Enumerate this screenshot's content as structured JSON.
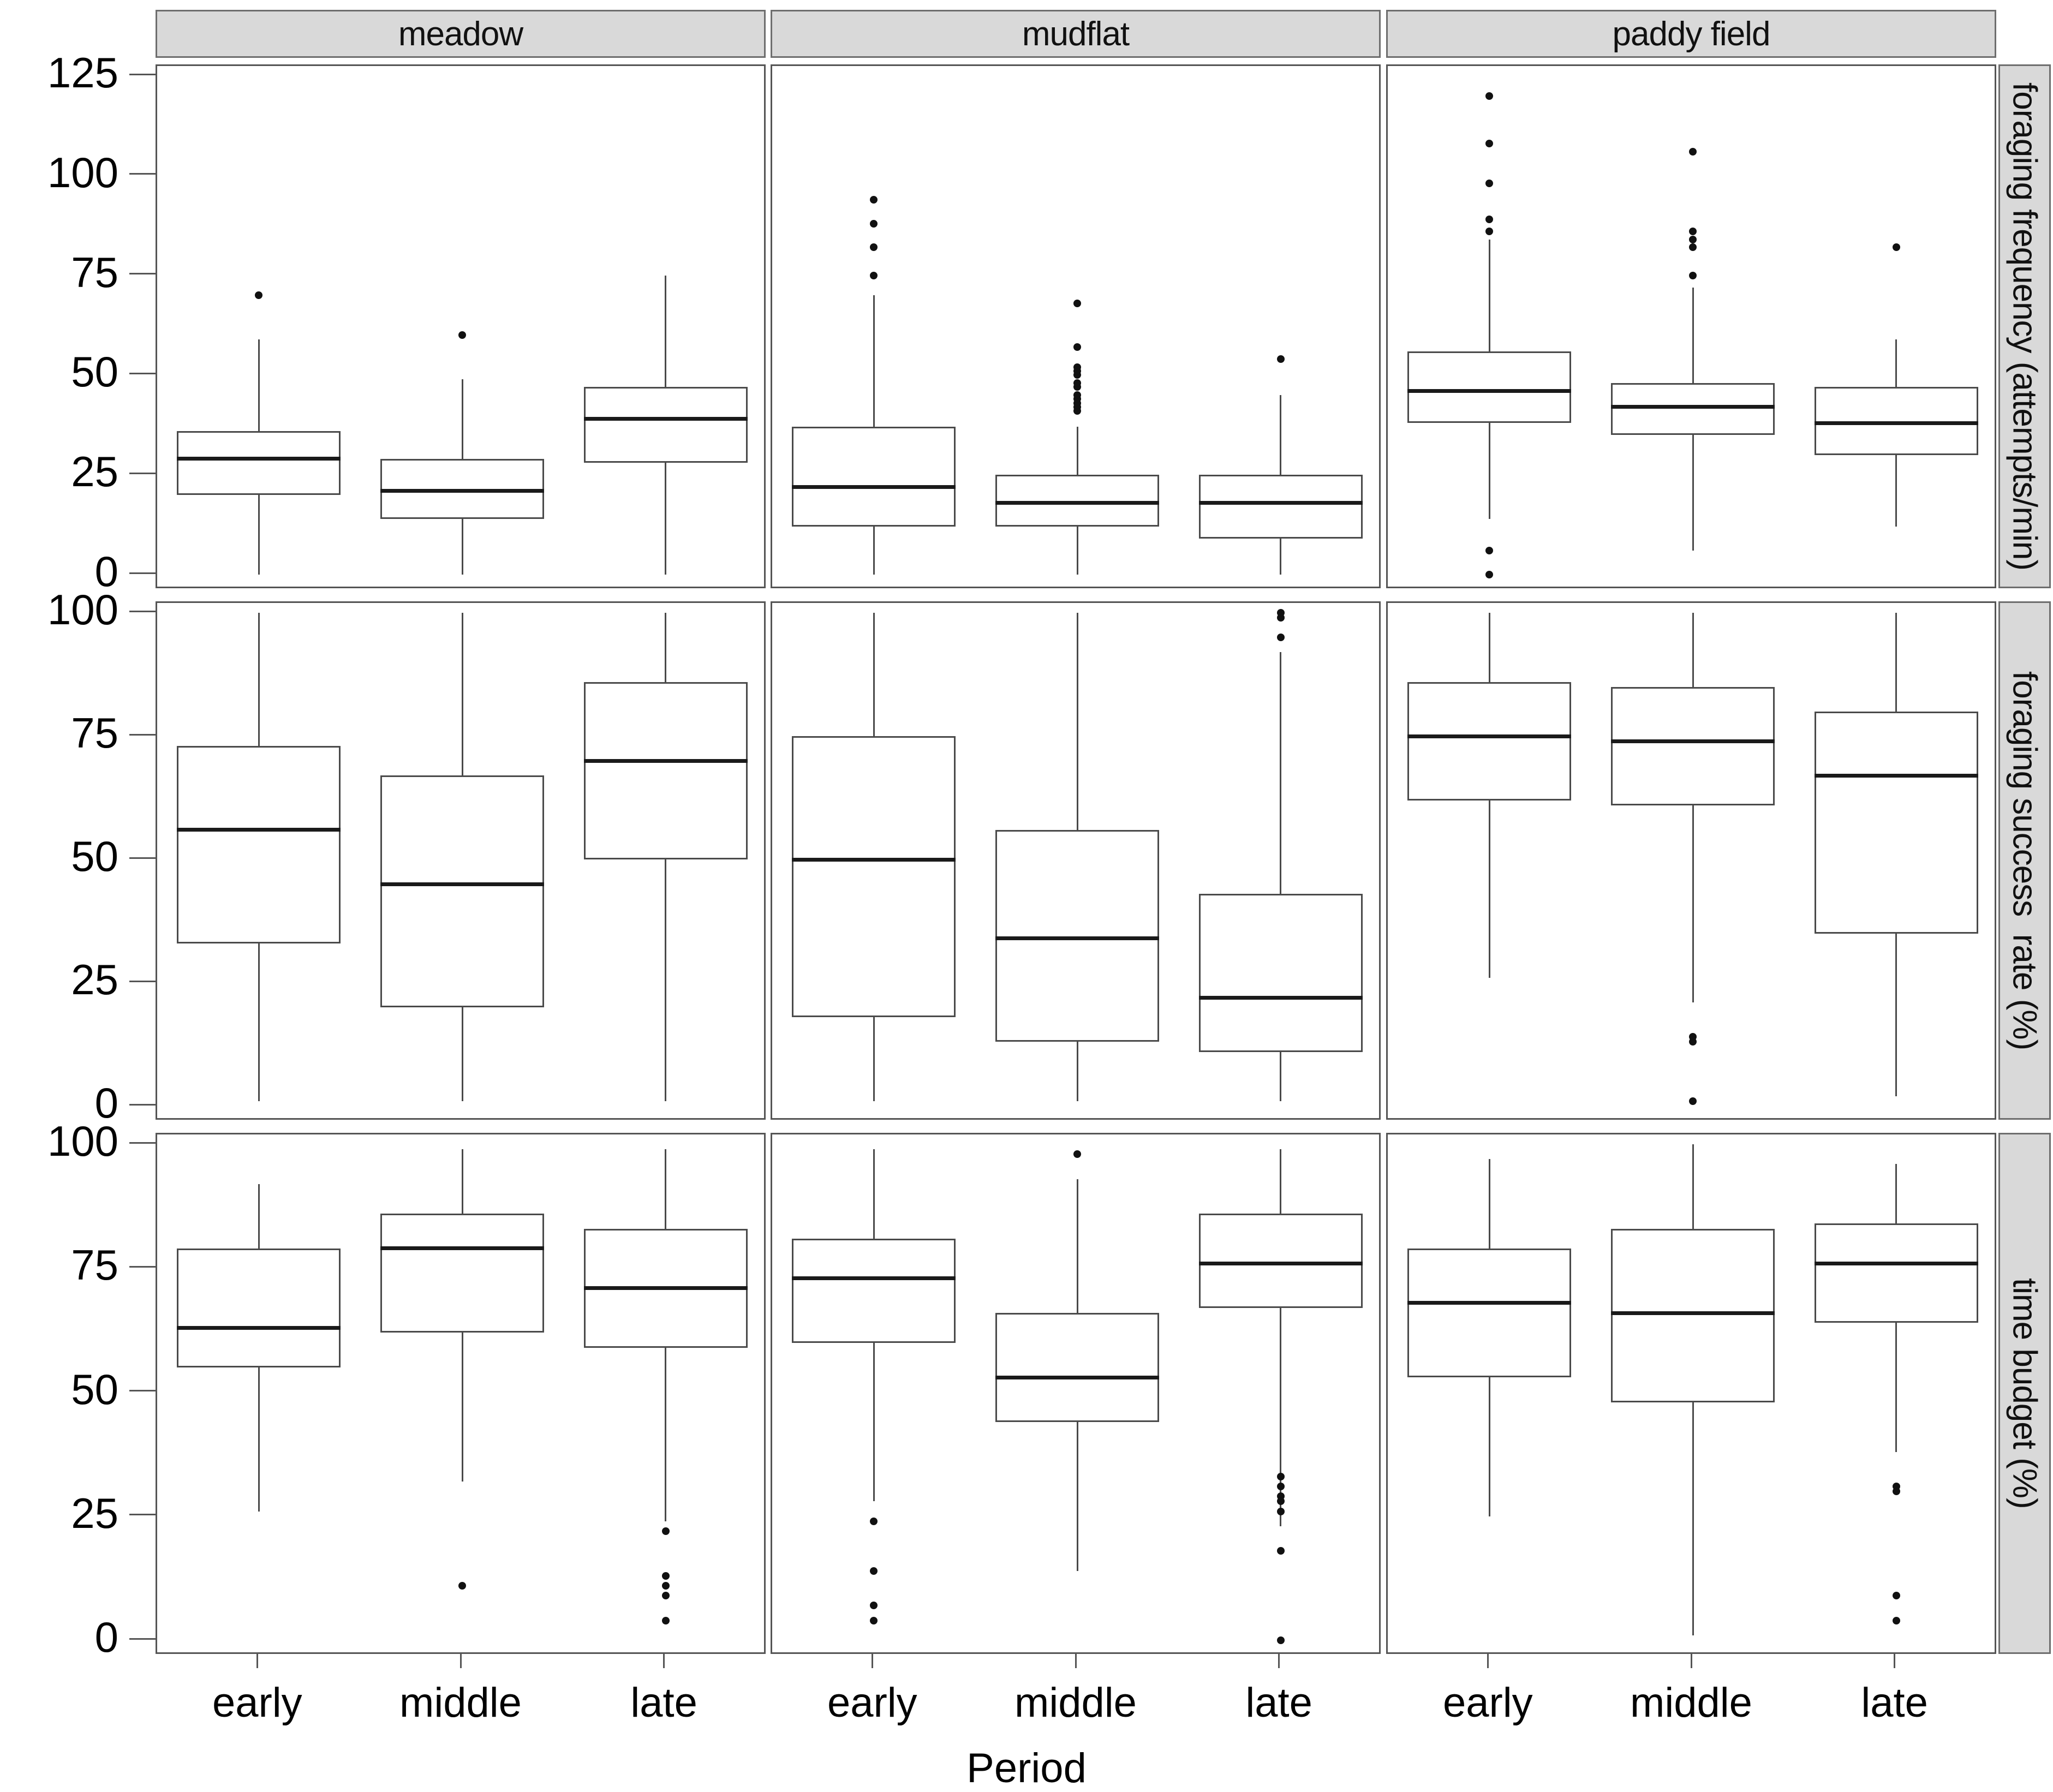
{
  "figure": {
    "x_axis_title": "Period",
    "column_strips": [
      "meadow",
      "mudflat",
      "paddy field"
    ],
    "row_strips": [
      "foraging frequency (attempts/min)",
      "foraging success  rate (%)",
      "time budget (%)"
    ],
    "x_categories": [
      "early",
      "middle",
      "late"
    ],
    "row_yticks": [
      [
        "0",
        "25",
        "50",
        "75",
        "100",
        "125"
      ],
      [
        "0",
        "25",
        "50",
        "75",
        "100"
      ],
      [
        "0",
        "25",
        "50",
        "75",
        "100"
      ]
    ],
    "strip_fill": "#d9d9d9",
    "strip_border": "#6e6e6e",
    "panel_border": "#555555",
    "line_color": "#4a4a4a",
    "median_color": "#1a1a1a",
    "outlier_color": "#111111"
  },
  "chart_data": {
    "type": "box",
    "title": "",
    "xlabel": "Period",
    "ylabel": "",
    "grid": false,
    "legend": "none",
    "facet_columns": [
      "meadow",
      "mudflat",
      "paddy field"
    ],
    "facet_rows": [
      "foraging frequency (attempts/min)",
      "foraging success  rate (%)",
      "time budget (%)"
    ],
    "categories": [
      "early",
      "middle",
      "late"
    ],
    "panels": [
      {
        "row": "foraging frequency (attempts/min)",
        "column": "meadow",
        "ylim": [
          0,
          125
        ],
        "yticks": [
          0,
          25,
          50,
          75,
          100,
          125
        ],
        "boxes": [
          {
            "category": "early",
            "min": 0,
            "q1": 20,
            "median": 29,
            "q3": 36,
            "max": 59,
            "outliers": [
              70
            ]
          },
          {
            "category": "middle",
            "min": 0,
            "q1": 14,
            "median": 21,
            "q3": 29,
            "max": 49,
            "outliers": [
              60
            ]
          },
          {
            "category": "late",
            "min": 0,
            "q1": 28,
            "median": 39,
            "q3": 47,
            "max": 75,
            "outliers": []
          }
        ]
      },
      {
        "row": "foraging frequency (attempts/min)",
        "column": "mudflat",
        "ylim": [
          0,
          125
        ],
        "yticks": [
          0,
          25,
          50,
          75,
          100,
          125
        ],
        "boxes": [
          {
            "category": "early",
            "min": 0,
            "q1": 12,
            "median": 22,
            "q3": 37,
            "max": 70,
            "outliers": [
              75,
              82,
              88,
              94
            ]
          },
          {
            "category": "middle",
            "min": 0,
            "q1": 12,
            "median": 18,
            "q3": 25,
            "max": 37,
            "outliers": [
              41,
              42,
              43,
              44,
              45,
              47,
              48,
              50,
              51,
              52,
              57,
              68
            ]
          },
          {
            "category": "late",
            "min": 0,
            "q1": 9,
            "median": 18,
            "q3": 25,
            "max": 45,
            "outliers": [
              54
            ]
          }
        ]
      },
      {
        "row": "foraging frequency (attempts/min)",
        "column": "paddy field",
        "ylim": [
          0,
          125
        ],
        "yticks": [
          0,
          25,
          50,
          75,
          100,
          125
        ],
        "boxes": [
          {
            "category": "early",
            "min": 14,
            "q1": 38,
            "median": 46,
            "q3": 56,
            "max": 84,
            "outliers": [
              86,
              89,
              98,
              108,
              120,
              6,
              0
            ]
          },
          {
            "category": "middle",
            "min": 6,
            "q1": 35,
            "median": 42,
            "q3": 48,
            "max": 72,
            "outliers": [
              75,
              82,
              84,
              86,
              106
            ]
          },
          {
            "category": "late",
            "min": 12,
            "q1": 30,
            "median": 38,
            "q3": 47,
            "max": 59,
            "outliers": [
              82
            ]
          }
        ]
      },
      {
        "row": "foraging success  rate (%)",
        "column": "meadow",
        "ylim": [
          0,
          100
        ],
        "yticks": [
          0,
          25,
          50,
          75,
          100
        ],
        "boxes": [
          {
            "category": "early",
            "min": 1,
            "q1": 33,
            "median": 56,
            "q3": 73,
            "max": 100,
            "outliers": []
          },
          {
            "category": "middle",
            "min": 1,
            "q1": 20,
            "median": 45,
            "q3": 67,
            "max": 100,
            "outliers": []
          },
          {
            "category": "late",
            "min": 1,
            "q1": 50,
            "median": 70,
            "q3": 86,
            "max": 100,
            "outliers": []
          }
        ]
      },
      {
        "row": "foraging success  rate (%)",
        "column": "mudflat",
        "ylim": [
          0,
          100
        ],
        "yticks": [
          0,
          25,
          50,
          75,
          100
        ],
        "boxes": [
          {
            "category": "early",
            "min": 1,
            "q1": 18,
            "median": 50,
            "q3": 75,
            "max": 100,
            "outliers": []
          },
          {
            "category": "middle",
            "min": 1,
            "q1": 13,
            "median": 34,
            "q3": 56,
            "max": 100,
            "outliers": []
          },
          {
            "category": "late",
            "min": 1,
            "q1": 11,
            "median": 22,
            "q3": 43,
            "max": 92,
            "outliers": [
              95,
              99,
              100
            ]
          }
        ]
      },
      {
        "row": "foraging success  rate (%)",
        "column": "paddy field",
        "ylim": [
          0,
          100
        ],
        "yticks": [
          0,
          25,
          50,
          75,
          100
        ],
        "boxes": [
          {
            "category": "early",
            "min": 26,
            "q1": 62,
            "median": 75,
            "q3": 86,
            "max": 100,
            "outliers": []
          },
          {
            "category": "middle",
            "min": 21,
            "q1": 61,
            "median": 74,
            "q3": 85,
            "max": 100,
            "outliers": [
              13,
              14,
              1
            ]
          },
          {
            "category": "late",
            "min": 2,
            "q1": 35,
            "median": 67,
            "q3": 80,
            "max": 100,
            "outliers": []
          }
        ]
      },
      {
        "row": "time budget (%)",
        "column": "meadow",
        "ylim": [
          0,
          100
        ],
        "yticks": [
          0,
          25,
          50,
          75,
          100
        ],
        "boxes": [
          {
            "category": "early",
            "min": 26,
            "q1": 55,
            "median": 63,
            "q3": 79,
            "max": 92,
            "outliers": []
          },
          {
            "category": "middle",
            "min": 32,
            "q1": 62,
            "median": 79,
            "q3": 86,
            "max": 99,
            "outliers": [
              11
            ]
          },
          {
            "category": "late",
            "min": 24,
            "q1": 59,
            "median": 71,
            "q3": 83,
            "max": 99,
            "outliers": [
              22,
              13,
              11,
              9,
              4
            ]
          }
        ]
      },
      {
        "row": "time budget (%)",
        "column": "mudflat",
        "ylim": [
          0,
          100
        ],
        "yticks": [
          0,
          25,
          50,
          75,
          100
        ],
        "boxes": [
          {
            "category": "early",
            "min": 28,
            "q1": 60,
            "median": 73,
            "q3": 81,
            "max": 99,
            "outliers": [
              24,
              14,
              7,
              4
            ]
          },
          {
            "category": "middle",
            "min": 14,
            "q1": 44,
            "median": 53,
            "q3": 66,
            "max": 93,
            "outliers": [
              98
            ]
          },
          {
            "category": "late",
            "min": 23,
            "q1": 67,
            "median": 76,
            "q3": 86,
            "max": 99,
            "outliers": [
              33,
              31,
              29,
              28,
              26,
              18,
              0
            ]
          }
        ]
      },
      {
        "row": "time budget (%)",
        "column": "paddy field",
        "ylim": [
          0,
          100
        ],
        "yticks": [
          0,
          25,
          50,
          75,
          100
        ],
        "boxes": [
          {
            "category": "early",
            "min": 25,
            "q1": 53,
            "median": 68,
            "q3": 79,
            "max": 97,
            "outliers": []
          },
          {
            "category": "middle",
            "min": 1,
            "q1": 48,
            "median": 66,
            "q3": 83,
            "max": 100,
            "outliers": []
          },
          {
            "category": "late",
            "min": 38,
            "q1": 64,
            "median": 76,
            "q3": 84,
            "max": 96,
            "outliers": [
              30,
              31,
              9,
              4
            ]
          }
        ]
      }
    ]
  }
}
